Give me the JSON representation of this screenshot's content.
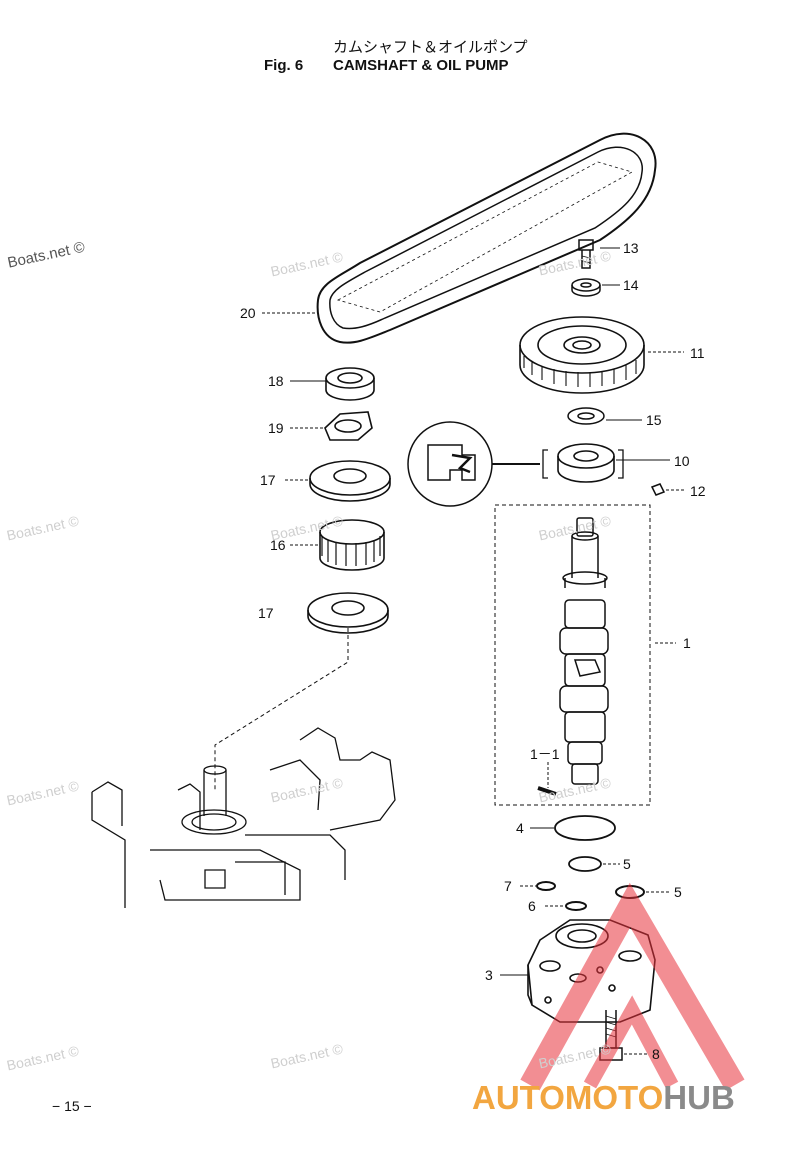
{
  "header": {
    "title_jp": "カムシャフト＆オイルポンプ",
    "fig_no": "Fig. 6",
    "title_en": "CAMSHAFT & OIL PUMP"
  },
  "callouts": [
    {
      "id": "20",
      "label": "20"
    },
    {
      "id": "18",
      "label": "18"
    },
    {
      "id": "19",
      "label": "19"
    },
    {
      "id": "17a",
      "label": "17"
    },
    {
      "id": "16",
      "label": "16"
    },
    {
      "id": "17b",
      "label": "17"
    },
    {
      "id": "13",
      "label": "13"
    },
    {
      "id": "14",
      "label": "14"
    },
    {
      "id": "11",
      "label": "11"
    },
    {
      "id": "15",
      "label": "15"
    },
    {
      "id": "10",
      "label": "10"
    },
    {
      "id": "12",
      "label": "12"
    },
    {
      "id": "1",
      "label": "1"
    },
    {
      "id": "1-1",
      "label": "1－1"
    },
    {
      "id": "4",
      "label": "4"
    },
    {
      "id": "5a",
      "label": "5"
    },
    {
      "id": "7",
      "label": "7"
    },
    {
      "id": "6",
      "label": "6"
    },
    {
      "id": "5b",
      "label": "5"
    },
    {
      "id": "3",
      "label": "3"
    },
    {
      "id": "8",
      "label": "8"
    }
  ],
  "watermarks": {
    "primary": "Boats.net ©",
    "faint": "Boats.net ©"
  },
  "footer": {
    "page_number": "− 15 −"
  },
  "logo": {
    "part_a": "AUTOMOTO",
    "part_b": "HUB",
    "color_a": "#f2a640",
    "color_b": "#8a8a8a",
    "mark_color": "#e8323c"
  }
}
